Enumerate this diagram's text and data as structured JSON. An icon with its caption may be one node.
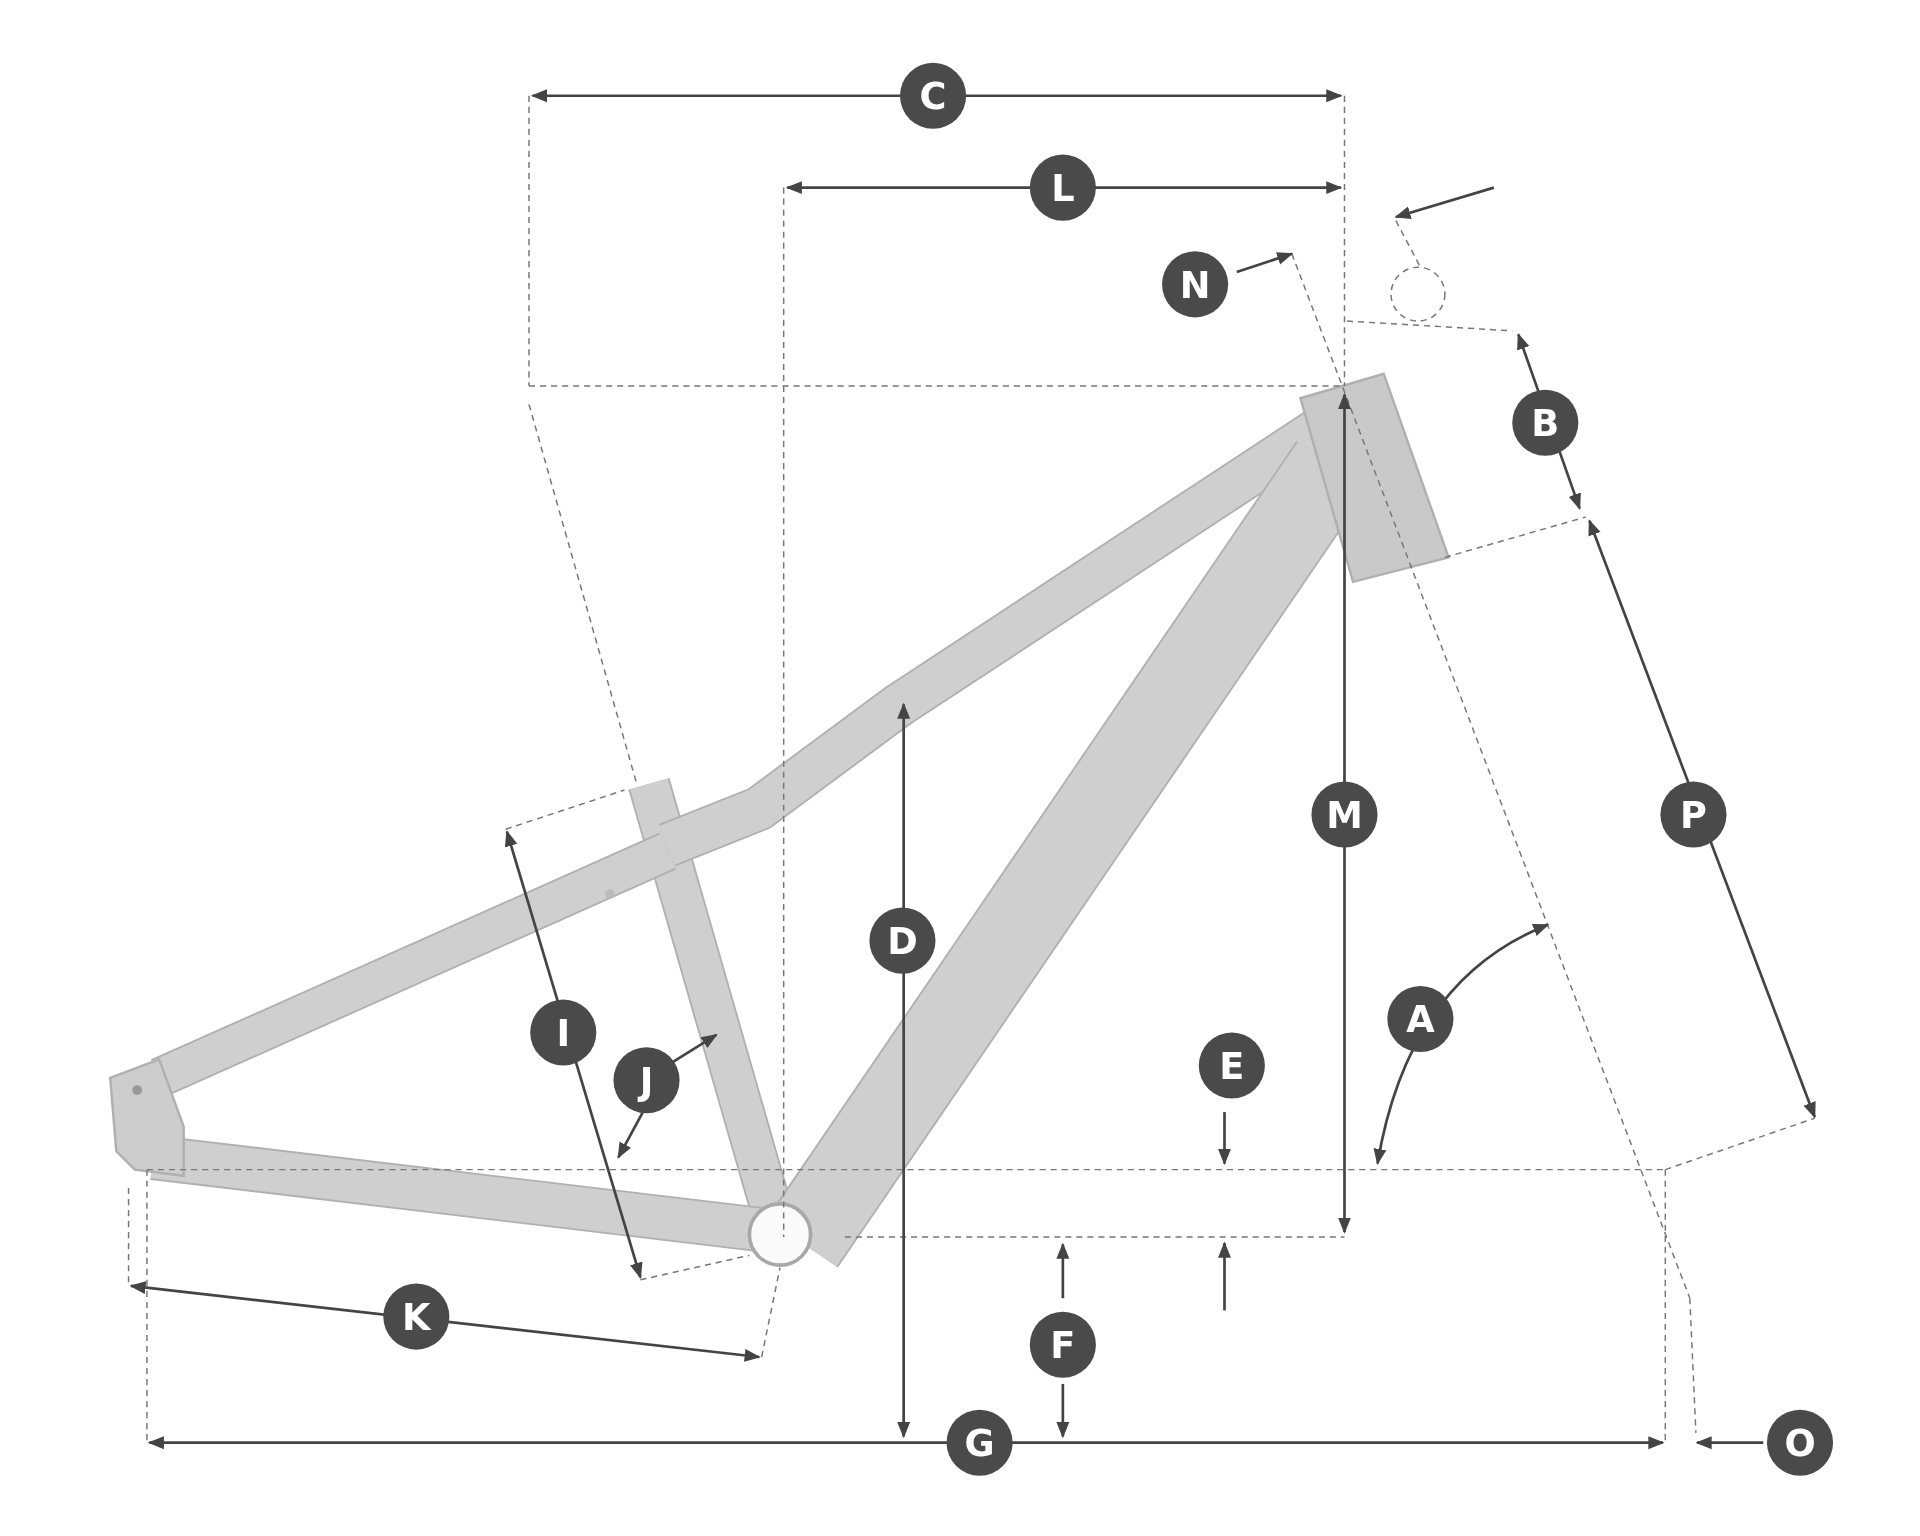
{
  "diagram": {
    "labels": [
      "C",
      "L",
      "N",
      "B",
      "P",
      "M",
      "D",
      "A",
      "I",
      "E",
      "J",
      "K",
      "F",
      "G",
      "O"
    ]
  }
}
